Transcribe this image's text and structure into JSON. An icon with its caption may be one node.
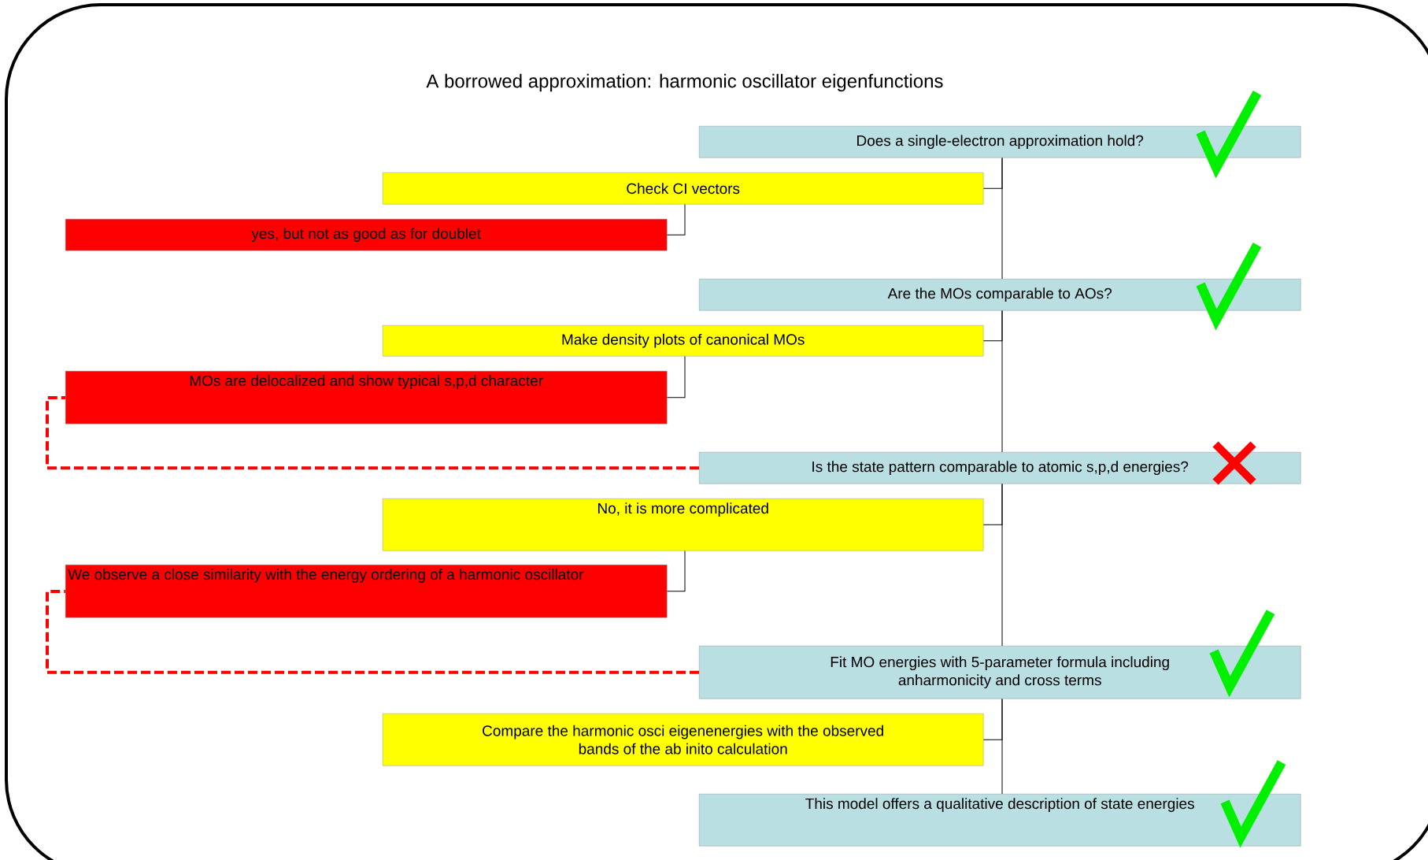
{
  "diagram": {
    "title": "A borrowed approximation: harmonic oscillator eigenfunctions",
    "nodes": [
      {
        "text": [
          "Does a single-electron approximation hold?"
        ]
      },
      {
        "text": [
          "Check CI vectors"
        ]
      },
      {
        "text": [
          "yes, but not as good as for doublet"
        ]
      },
      {
        "text": [
          "Are the MOs comparable to AOs?"
        ]
      },
      {
        "text": [
          "Make density plots of canonical MOs"
        ]
      },
      {
        "text": [
          "MOs are delocalized and show typical s,p,d character"
        ]
      },
      {
        "text": [
          "Is the state pattern comparable to atomic s,p,d energies?"
        ]
      },
      {
        "text": [
          "No, it is more complicated"
        ]
      },
      {
        "text": [
          "We observe a close similarity with the energy ordering of a harmonic oscillator"
        ]
      },
      {
        "text": [
          "Fit MO energies with 5-parameter formula including anharmonicity and cross terms"
        ]
      },
      {
        "text": [
          "Compare the harmonic osci eigenenergies with the observed bands of the ab inito calculation"
        ]
      },
      {
        "text": [
          "This model offers a qualitative description of state energies"
        ]
      }
    ],
    "edges": [
      {
        "from": 0,
        "to": 3,
        "arrow": "none"
      },
      {
        "from": 3,
        "to": 6,
        "arrow": "none"
      },
      {
        "from": 6,
        "to": 9,
        "arrow": "none"
      },
      {
        "from": 9,
        "to": 11,
        "arrow": "none"
      },
      {
        "from": 0,
        "to": 1,
        "arrow": "none"
      },
      {
        "from": 3,
        "to": 4,
        "arrow": "none"
      },
      {
        "from": 6,
        "to": 7,
        "arrow": "none"
      },
      {
        "from": 9,
        "to": 10,
        "arrow": "none"
      },
      {
        "from": 1,
        "to": 2,
        "arrow": "none"
      },
      {
        "from": 4,
        "to": 5,
        "arrow": "none"
      },
      {
        "from": 7,
        "to": 8,
        "arrow": "none"
      },
      {
        "from": 6,
        "to": 5,
        "arrow": "none",
        "style": "dashed",
        "color": "#ff0000"
      },
      {
        "from": 9,
        "to": 8,
        "arrow": "none",
        "style": "dashed",
        "color": "#ff0000"
      }
    ]
  }
}
